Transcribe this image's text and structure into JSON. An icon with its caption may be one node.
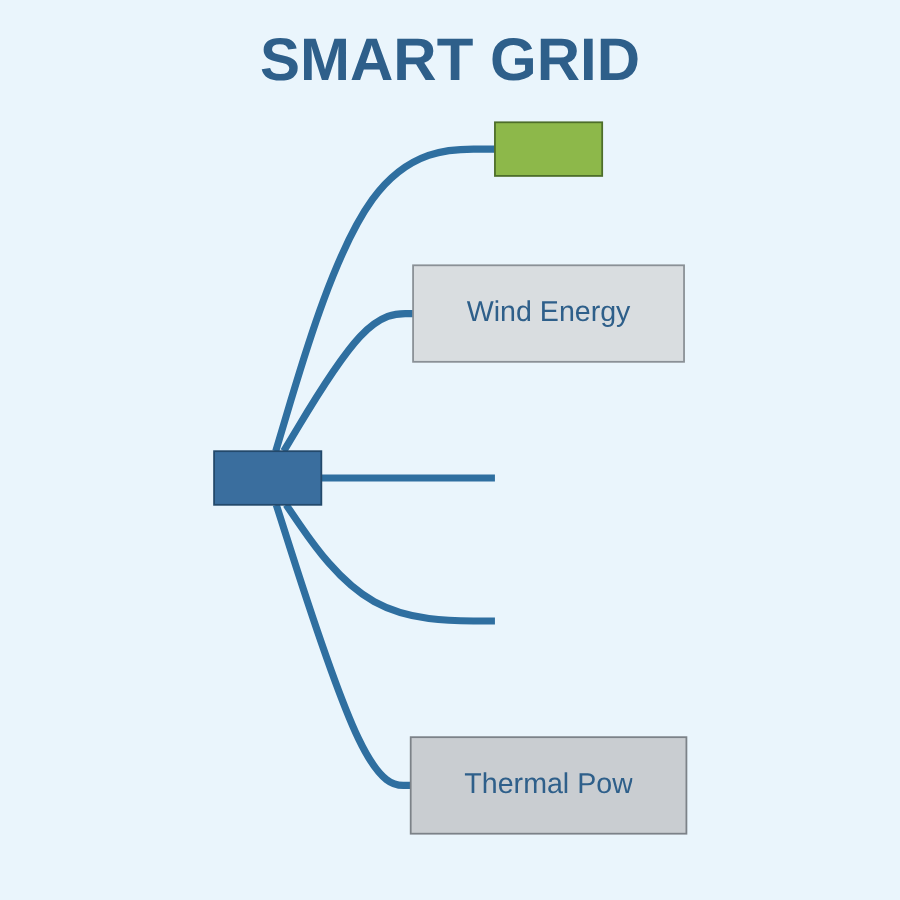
{
  "diagram": {
    "title": "SMART GRID",
    "nodes": [
      {
        "text": [],
        "shape": "box"
      },
      {
        "text": [],
        "shape": "box"
      },
      {
        "text": [
          "Wind Energy"
        ]
      },
      {
        "text": [
          "Thermal Pow"
        ]
      }
    ],
    "edges": [
      {
        "from": 1,
        "to": 0,
        "arrow": "none"
      },
      {
        "from": 1,
        "to": 2,
        "arrow": "none"
      },
      {
        "from": 1,
        "to": null,
        "arrow": "none"
      },
      {
        "from": 1,
        "to": null,
        "arrow": "none"
      },
      {
        "from": 1,
        "to": 3,
        "arrow": "none"
      }
    ]
  }
}
